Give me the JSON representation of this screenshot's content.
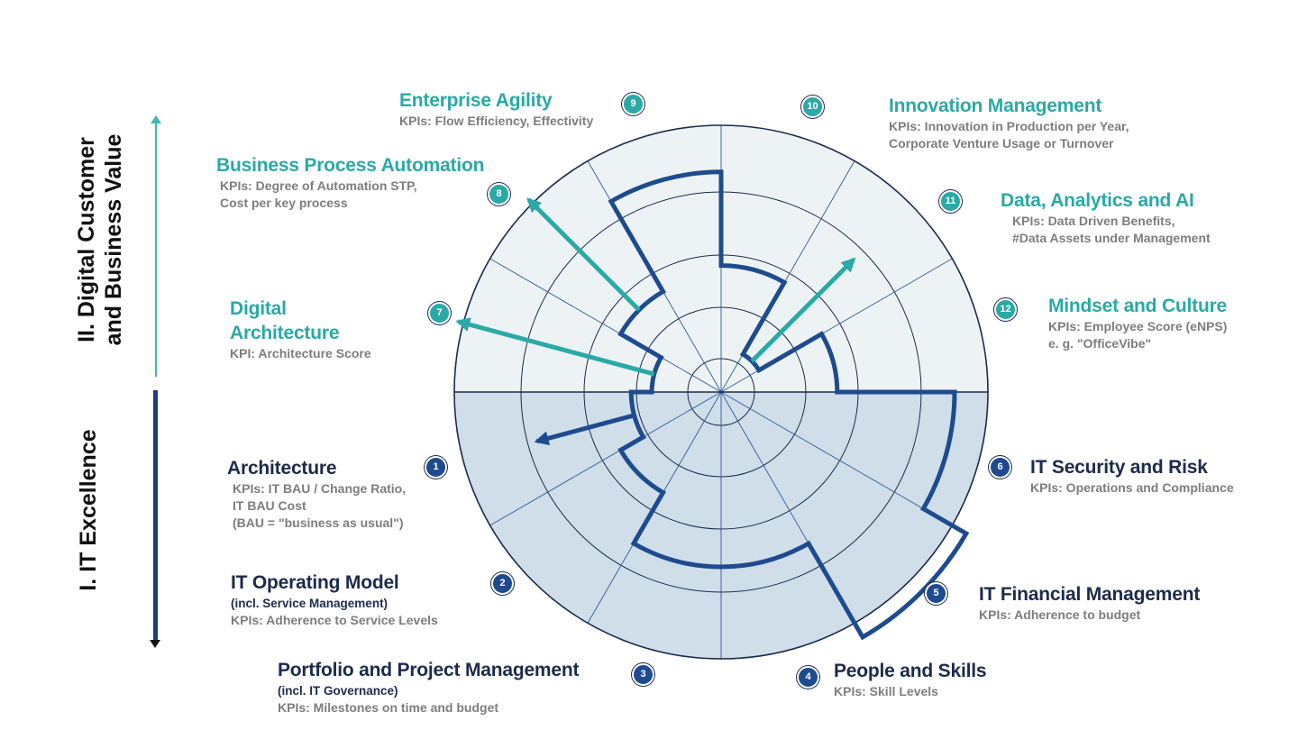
{
  "sections": {
    "top": "II. Digital Customer and Business Value",
    "top_line1": "II. Digital Customer",
    "top_line2": "and Business Value",
    "bottom": "I.  IT Excellence"
  },
  "colors": {
    "teal": "#2aa9a6",
    "navy": "#1b2b4d",
    "ring_blue": "#1e4b8f",
    "upper_fill": "#edf3f5",
    "lower_fill": "#cfdee9"
  },
  "segments": [
    {
      "num": "1",
      "title": "Architecture",
      "kpis": [
        "KPIs: IT BAU / Change Ratio,",
        "IT BAU Cost",
        "(BAU = \"business as usual\")"
      ],
      "group": "excellence",
      "level": 2.1,
      "arrow_to": 3.85
    },
    {
      "num": "2",
      "title": "IT Operating Model",
      "note": "(incl. Service Management)",
      "kpis": [
        "KPIs: Adherence to Service Levels"
      ],
      "group": "excellence",
      "level": 2.6
    },
    {
      "num": "3",
      "title": "Portfolio and Project Management",
      "note": "(incl. IT Governance)",
      "kpis": [
        "KPIs: Milestones on time and budget"
      ],
      "group": "excellence",
      "level": 3.6
    },
    {
      "num": "4",
      "title": "People and Skills",
      "kpis": [
        "KPIs: Skill Levels"
      ],
      "group": "excellence",
      "level": 3.6
    },
    {
      "num": "5",
      "title": "IT Financial Management",
      "kpis": [
        "KPIs: Adherence to budget"
      ],
      "group": "excellence",
      "level": 5.3
    },
    {
      "num": "6",
      "title": "IT Security and Risk",
      "kpis": [
        "KPIs: Operations and Compliance"
      ],
      "group": "excellence",
      "level": 4.5
    },
    {
      "num": "7",
      "title": "Digital Architecture",
      "title_lines": [
        "Digital",
        "Architecture"
      ],
      "kpis": [
        "KPI: Architecture Score"
      ],
      "group": "digital",
      "level": 1.7,
      "arrow_to": 5.1
    },
    {
      "num": "8",
      "title": "Business Process Automation",
      "kpis": [
        "KPIs: Degree of Automation STP,",
        "Cost per key process"
      ],
      "group": "digital",
      "level": 2.6,
      "arrow_to": 5.1
    },
    {
      "num": "9",
      "title": "Enterprise Agility",
      "kpis": [
        "KPIs: Flow Efficiency, Effectivity"
      ],
      "group": "digital",
      "level": 4.3
    },
    {
      "num": "10",
      "title": "Innovation Management",
      "kpis": [
        "KPIs: Innovation in Production per Year,",
        "Corporate Venture Usage or Turnover"
      ],
      "group": "digital",
      "level": 2.8
    },
    {
      "num": "11",
      "title": "Data, Analytics and AI",
      "kpis": [
        "KPIs: Data Driven Benefits,",
        "#Data Assets under Management"
      ],
      "group": "digital",
      "level": 1.2,
      "arrow_to": 3.8
    },
    {
      "num": "12",
      "title": "Mindset and Culture",
      "kpis": [
        "KPIs: Employee Score (eNPS)",
        "e. g. \"OfficeVibe\""
      ],
      "group": "digital",
      "level": 2.6
    }
  ]
}
